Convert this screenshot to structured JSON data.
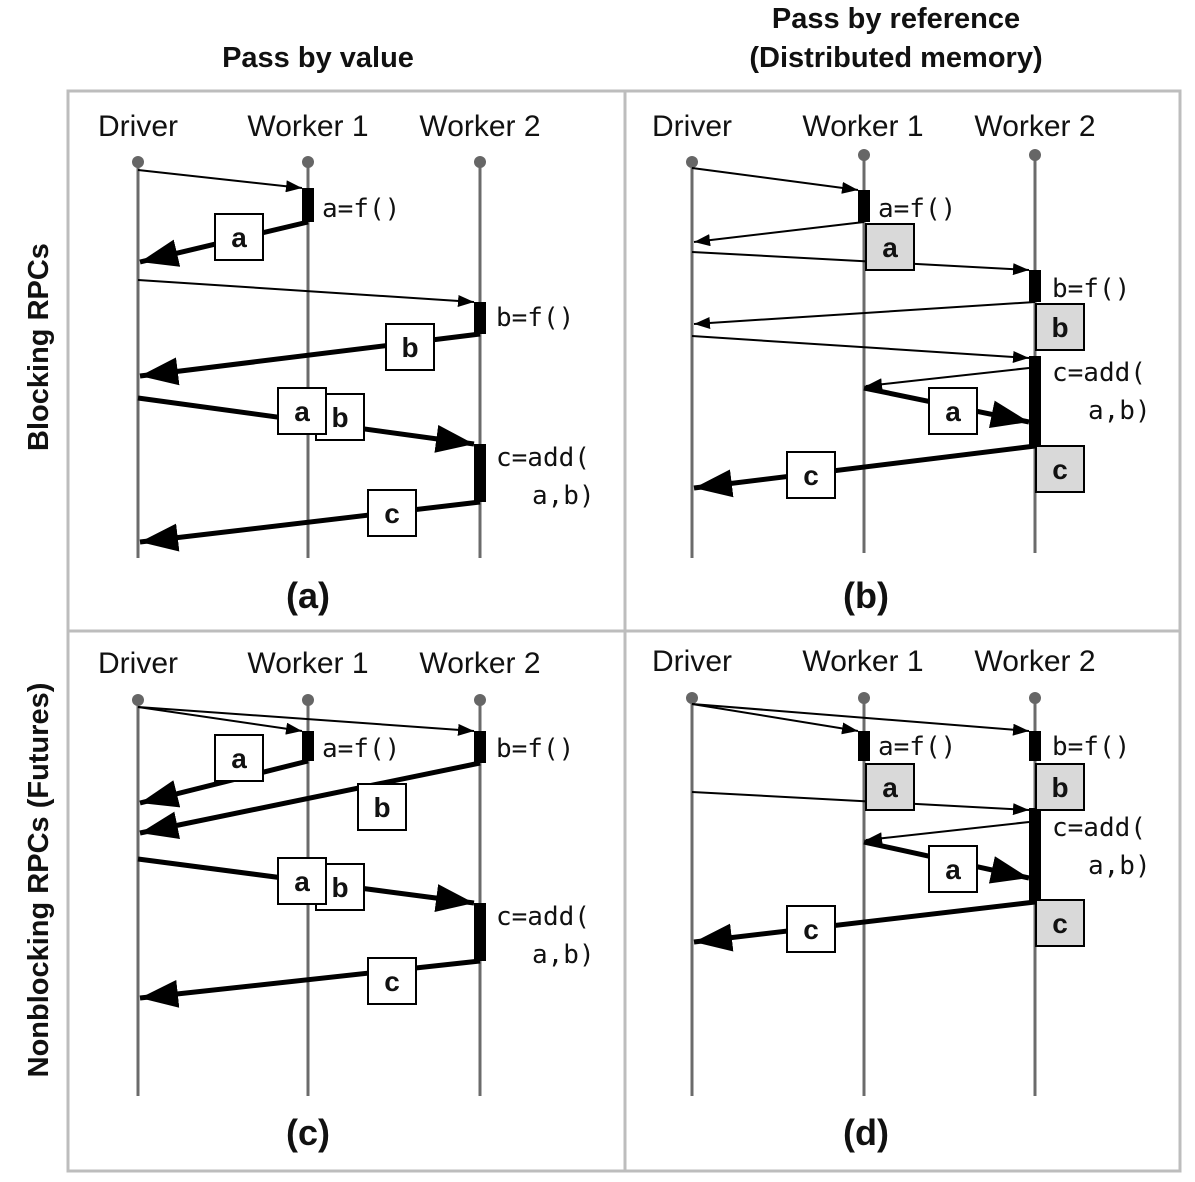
{
  "headers": {
    "pass_by_value": "Pass by value",
    "pass_by_reference_line1": "Pass by reference",
    "pass_by_reference_line2": "(Distributed memory)"
  },
  "row_labels": {
    "blocking": "Blocking RPCs",
    "nonblocking": "Nonblocking RPCs (Futures)"
  },
  "actors": {
    "driver": "Driver",
    "worker1": "Worker 1",
    "worker2": "Worker 2"
  },
  "panels": {
    "a": "(a)",
    "b": "(b)",
    "c": "(c)",
    "d": "(d)"
  },
  "ops": {
    "a_eq_f": "a=f()",
    "b_eq_f": "b=f()",
    "c_eq_add_1": "c=add(",
    "c_eq_add_2": "a,b)"
  },
  "values": {
    "a": "a",
    "b": "b",
    "c": "c"
  },
  "colors": {
    "frame": "#bdbdbd",
    "lifeline": "#6b6b6b",
    "shared_memory_fill": "#d9d9d9",
    "value_box_fill": "#ffffff"
  }
}
